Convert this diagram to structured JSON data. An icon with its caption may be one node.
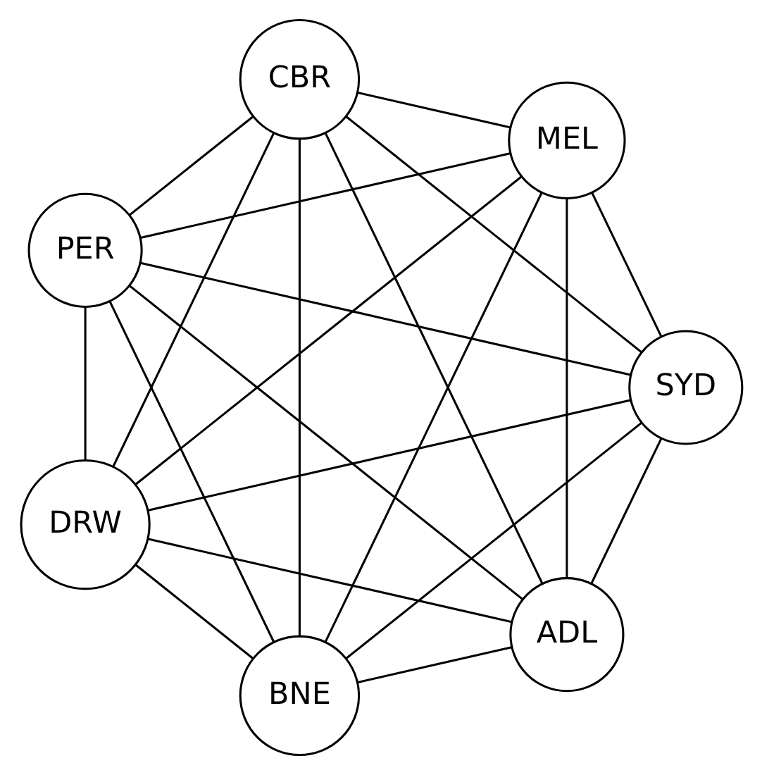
{
  "diagram": {
    "nodes": [
      {
        "text": [
          "ADL"
        ]
      },
      {
        "text": [
          "SYD"
        ]
      },
      {
        "text": [
          "DRW"
        ]
      },
      {
        "text": [
          "PER"
        ]
      },
      {
        "text": [
          "CBR"
        ]
      },
      {
        "text": [
          "MEL"
        ]
      },
      {
        "text": [
          "BNE"
        ]
      }
    ],
    "edges": [
      {
        "from": 0,
        "to": 1,
        "arrow": "none"
      },
      {
        "from": 0,
        "to": 2,
        "arrow": "none"
      },
      {
        "from": 0,
        "to": 3,
        "arrow": "none"
      },
      {
        "from": 0,
        "to": 4,
        "arrow": "none"
      },
      {
        "from": 0,
        "to": 5,
        "arrow": "none"
      },
      {
        "from": 0,
        "to": 6,
        "arrow": "none"
      },
      {
        "from": 1,
        "to": 2,
        "arrow": "none"
      },
      {
        "from": 1,
        "to": 3,
        "arrow": "none"
      },
      {
        "from": 1,
        "to": 4,
        "arrow": "none"
      },
      {
        "from": 1,
        "to": 5,
        "arrow": "none"
      },
      {
        "from": 1,
        "to": 6,
        "arrow": "none"
      },
      {
        "from": 2,
        "to": 3,
        "arrow": "none"
      },
      {
        "from": 2,
        "to": 4,
        "arrow": "none"
      },
      {
        "from": 2,
        "to": 5,
        "arrow": "none"
      },
      {
        "from": 2,
        "to": 6,
        "arrow": "none"
      },
      {
        "from": 3,
        "to": 4,
        "arrow": "none"
      },
      {
        "from": 3,
        "to": 5,
        "arrow": "none"
      },
      {
        "from": 3,
        "to": 6,
        "arrow": "none"
      },
      {
        "from": 4,
        "to": 5,
        "arrow": "none"
      },
      {
        "from": 4,
        "to": 6,
        "arrow": "none"
      },
      {
        "from": 5,
        "to": 6,
        "arrow": "none"
      }
    ]
  }
}
